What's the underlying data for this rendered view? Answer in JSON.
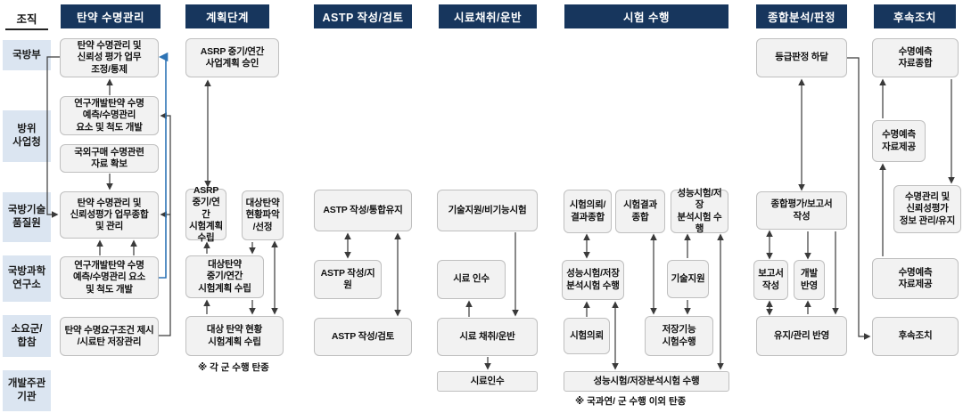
{
  "org_label": "조직",
  "rows": [
    {
      "label": "국방부"
    },
    {
      "label": "방위\n사업청"
    },
    {
      "label": "국방기술\n품질원"
    },
    {
      "label": "국방과학\n연구소"
    },
    {
      "label": "소요군/\n합참"
    },
    {
      "label": "개발주관\n기관"
    }
  ],
  "columns": [
    {
      "header": "탄약 수명관리",
      "boxes": [
        {
          "text": "탄약 수명관리 및\n신뢰성 평가 업무\n조정/통제"
        },
        {
          "text": "연구개발탄약 수명\n예측/수명관리\n요소 및 척도 개발"
        },
        {
          "text": "국외구매 수명관련\n자료 확보"
        },
        {
          "text": "탄약 수명관리 및\n신뢰성평가 업무종합\n및 관리"
        },
        {
          "text": "연구개발탄약 수명\n예측/수명관리 요소\n및 척도 개발"
        },
        {
          "text": "탄약 수명요구조건 제시\n/시료탄 저장관리"
        }
      ]
    },
    {
      "header": "계획단계",
      "boxes": [
        {
          "text": "ASRP 중기/연간\n사업계획 승인"
        },
        {
          "text": "ASRP\n중기/연간\n시험계획\n수립"
        },
        {
          "text": "대상탄약\n현황파악\n/선정"
        },
        {
          "text": "대상탄약\n중기/연간\n시험계획 수립"
        },
        {
          "text": "대상 탄약 현황\n시험계획 수립"
        }
      ],
      "note": "※ 각 군 수행 탄종"
    },
    {
      "header": "ASTP 작성/검토",
      "boxes": [
        {
          "text": "ASTP 작성/통합유지"
        },
        {
          "text": "ASTP 작성/지원"
        },
        {
          "text": "ASTP 작성/검토"
        }
      ]
    },
    {
      "header": "시료채취/운반",
      "boxes": [
        {
          "text": "기술지원/비기능시험"
        },
        {
          "text": "시료 인수"
        },
        {
          "text": "시료 채취/운반"
        },
        {
          "text": "시료인수"
        }
      ]
    },
    {
      "header": "시험 수행",
      "boxes": [
        {
          "text": "시험의뢰/\n결과종합"
        },
        {
          "text": "시험결과\n종합"
        },
        {
          "text": "성능시험/저장\n분석시험 수행"
        },
        {
          "text": "성능시험/저장\n분석시험 수행"
        },
        {
          "text": "기술지원"
        },
        {
          "text": "시험의뢰"
        },
        {
          "text": "저장기능\n시험수행"
        },
        {
          "text": "성능시험/저장분석시험 수행"
        }
      ],
      "note": "※ 국과연/ 군 수행 이외 탄종"
    },
    {
      "header": "종합분석/판정",
      "boxes": [
        {
          "text": "등급판정 하달"
        },
        {
          "text": "종합평가/보고서\n작성"
        },
        {
          "text": "보고서\n작성"
        },
        {
          "text": "개발\n반영"
        },
        {
          "text": "유지/관리 반영"
        }
      ]
    },
    {
      "header": "후속조치",
      "boxes": [
        {
          "text": "수명예측\n자료종합"
        },
        {
          "text": "수명예측\n자료제공"
        },
        {
          "text": "수명관리 및\n신뢰성평가\n정보 관리/유지"
        },
        {
          "text": "수명예측\n자료제공"
        },
        {
          "text": "후속조치"
        }
      ]
    }
  ],
  "colors": {
    "header_bg": "#17365d",
    "header_text": "#ffffff",
    "row_label_bg": "#dbe5f1",
    "box_bg": "#f2f2f2",
    "box_border": "#bfbfbf",
    "arrow": "#3a3a3a",
    "feedback_arrow": "#2e74b5"
  }
}
